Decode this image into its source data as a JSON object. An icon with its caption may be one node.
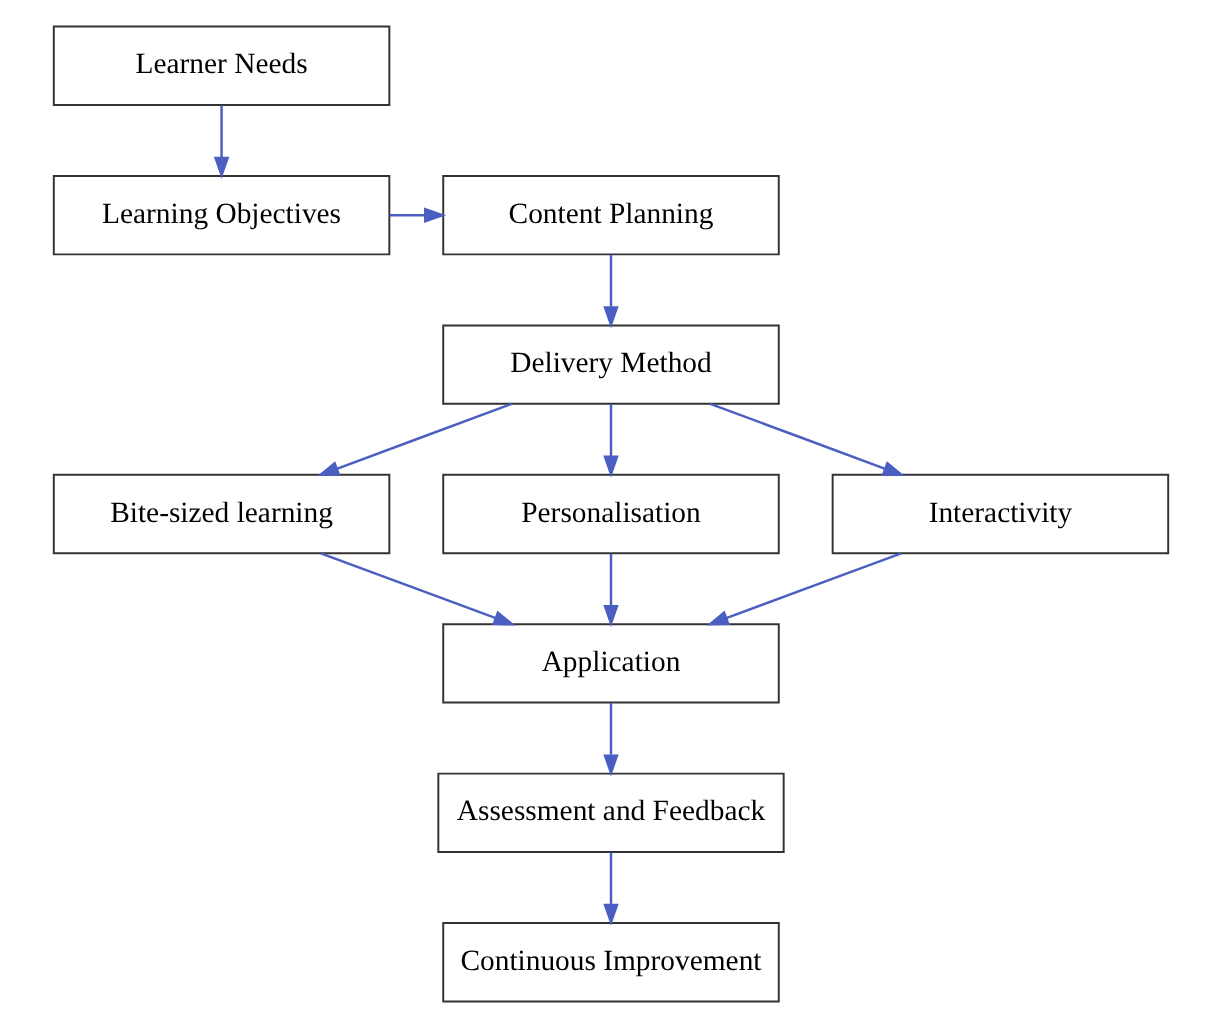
{
  "diagram": {
    "nodes": [
      {
        "text": [
          "Learner Needs"
        ]
      },
      {
        "text": [
          "Learning Objectives"
        ]
      },
      {
        "text": [
          "Content Planning"
        ]
      },
      {
        "text": [
          "Delivery Method"
        ]
      },
      {
        "text": [
          "Bite-sized learning"
        ]
      },
      {
        "text": [
          "Personalisation"
        ]
      },
      {
        "text": [
          "Interactivity"
        ]
      },
      {
        "text": [
          "Application"
        ]
      },
      {
        "text": [
          "Assessment and Feedback"
        ]
      },
      {
        "text": [
          "Continuous Improvement"
        ]
      }
    ],
    "edges": [
      {
        "from": 0,
        "to": 1,
        "arrow": "to"
      },
      {
        "from": 1,
        "to": 2,
        "arrow": "to"
      },
      {
        "from": 2,
        "to": 3,
        "arrow": "to"
      },
      {
        "from": 3,
        "to": 4,
        "arrow": "to"
      },
      {
        "from": 3,
        "to": 5,
        "arrow": "to"
      },
      {
        "from": 3,
        "to": 6,
        "arrow": "to"
      },
      {
        "from": 4,
        "to": 7,
        "arrow": "to"
      },
      {
        "from": 5,
        "to": 7,
        "arrow": "to"
      },
      {
        "from": 6,
        "to": 7,
        "arrow": "to"
      },
      {
        "from": 7,
        "to": 8,
        "arrow": "to"
      },
      {
        "from": 8,
        "to": 9,
        "arrow": "to"
      }
    ]
  }
}
